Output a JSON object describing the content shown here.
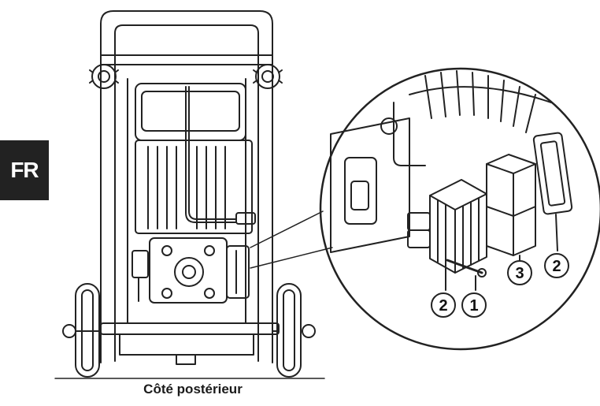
{
  "language_tab": "FR",
  "caption": "Côté postérieur",
  "callouts": [
    "2",
    "1",
    "3",
    "2"
  ]
}
